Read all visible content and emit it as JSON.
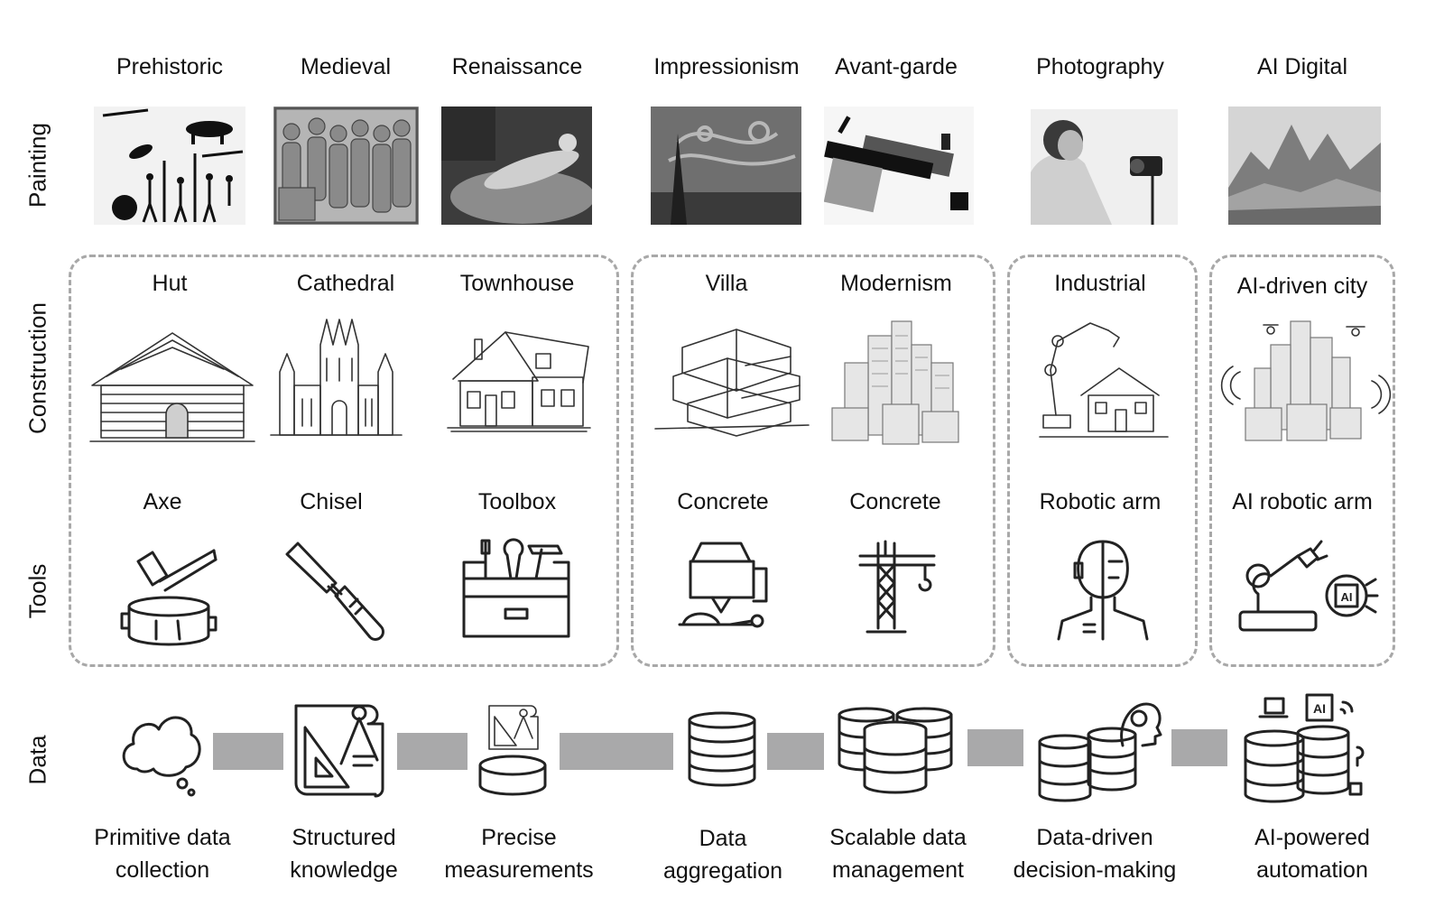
{
  "rows": {
    "painting": "Painting",
    "construction": "Construction",
    "tools": "Tools",
    "data": "Data"
  },
  "painting": {
    "columns": [
      "Prehistoric",
      "Medieval",
      "Renaissance",
      "Impressionism",
      "Avant-garde",
      "Photography",
      "AI Digital"
    ]
  },
  "construction": {
    "items": [
      "Hut",
      "Cathedral",
      "Townhouse",
      "Villa",
      "Modernism",
      "Industrial",
      "AI-driven city"
    ]
  },
  "tools": {
    "items": [
      "Axe",
      "Chisel",
      "Toolbox",
      "Concrete",
      "Concrete",
      "Robotic arm",
      "AI robotic arm"
    ]
  },
  "data": {
    "items": [
      {
        "line1": "Primitive data",
        "line2": "collection"
      },
      {
        "line1": "Structured",
        "line2": "knowledge"
      },
      {
        "line1": "Precise",
        "line2": "measurements"
      },
      {
        "line1": "Data",
        "line2": "aggregation"
      },
      {
        "line1": "Scalable data",
        "line2": "management"
      },
      {
        "line1": "Data-driven",
        "line2": "decision-making"
      },
      {
        "line1": "AI-powered",
        "line2": "automation"
      }
    ],
    "ai_badge": "AI"
  },
  "colors": {
    "dash": "#a8a8a8",
    "connector": "#a9a9aa",
    "ink": "#222222"
  }
}
